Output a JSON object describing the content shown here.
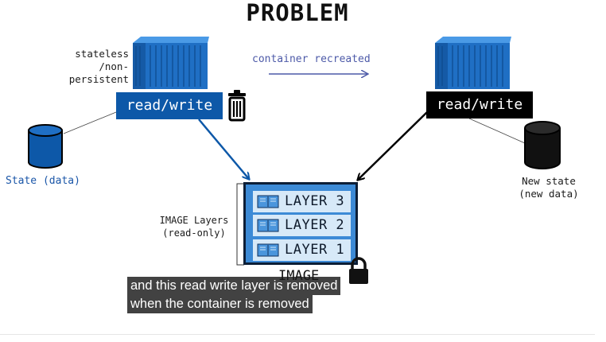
{
  "title": "PROBLEM",
  "left_container": {
    "label_line1": "stateless",
    "label_line2": "/non-persistent",
    "rw_label": "read/write",
    "state_label": "State (data)"
  },
  "right_container": {
    "rw_label": "read/write",
    "state_line1": "New state",
    "state_line2": "(new data)"
  },
  "arrow_label": "container recreated",
  "image": {
    "side_label_line1": "IMAGE Layers",
    "side_label_line2": "(read-only)",
    "layers": [
      "LAYER 3",
      "LAYER 2",
      "LAYER 1"
    ],
    "label": "IMAGE"
  },
  "caption": {
    "line1": "and this read write layer is removed",
    "line2": "when the container is removed"
  },
  "colors": {
    "accent_blue": "#0d58a8",
    "black": "#000000",
    "layer_fill": "#d7e9f8",
    "image_fill": "#3c8ad6"
  }
}
